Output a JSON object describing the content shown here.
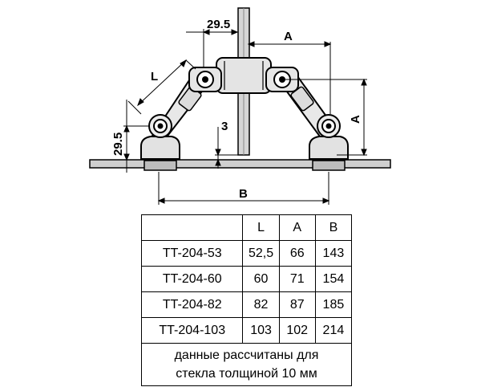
{
  "labels": {
    "top_offset": "29.5",
    "left_offset": "29.5",
    "glass_gap": "3",
    "dim_l": "L",
    "dim_a_horizontal": "A",
    "dim_a_vertical": "A",
    "dim_b": "B"
  },
  "table": {
    "headers": [
      "",
      "L",
      "A",
      "B"
    ],
    "rows": [
      [
        "TT-204-53",
        "52,5",
        "66",
        "143"
      ],
      [
        "TT-204-60",
        "60",
        "71",
        "154"
      ],
      [
        "TT-204-82",
        "82",
        "87",
        "185"
      ],
      [
        "TT-204-103",
        "103",
        "102",
        "214"
      ]
    ],
    "note_line1": "данные рассчитаны для",
    "note_line2": "стекла толщиной 10 мм"
  }
}
